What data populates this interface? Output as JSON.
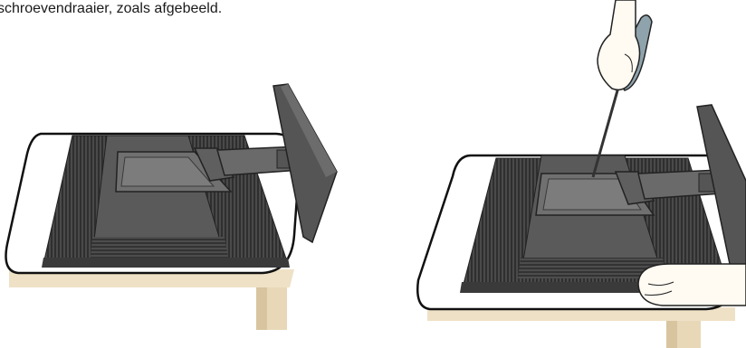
{
  "caption": "schroevendraaier, zoals afgebeeld.",
  "illustrations": [
    {
      "name": "left-figure",
      "depicts": "monitor-face-down-with-stand-base"
    },
    {
      "name": "right-figure",
      "depicts": "screwdriver-releasing-stand-base"
    }
  ],
  "colors": {
    "table_top": "#ffffff",
    "table_shadow": "#ecdcc0",
    "monitor_dark": "#4a4a4a",
    "monitor_ribbed": "#3b3b3b",
    "stand_grey": "#6d6d6d",
    "skin": "#fffaf2",
    "tool_blue": "#8fa3ad"
  }
}
